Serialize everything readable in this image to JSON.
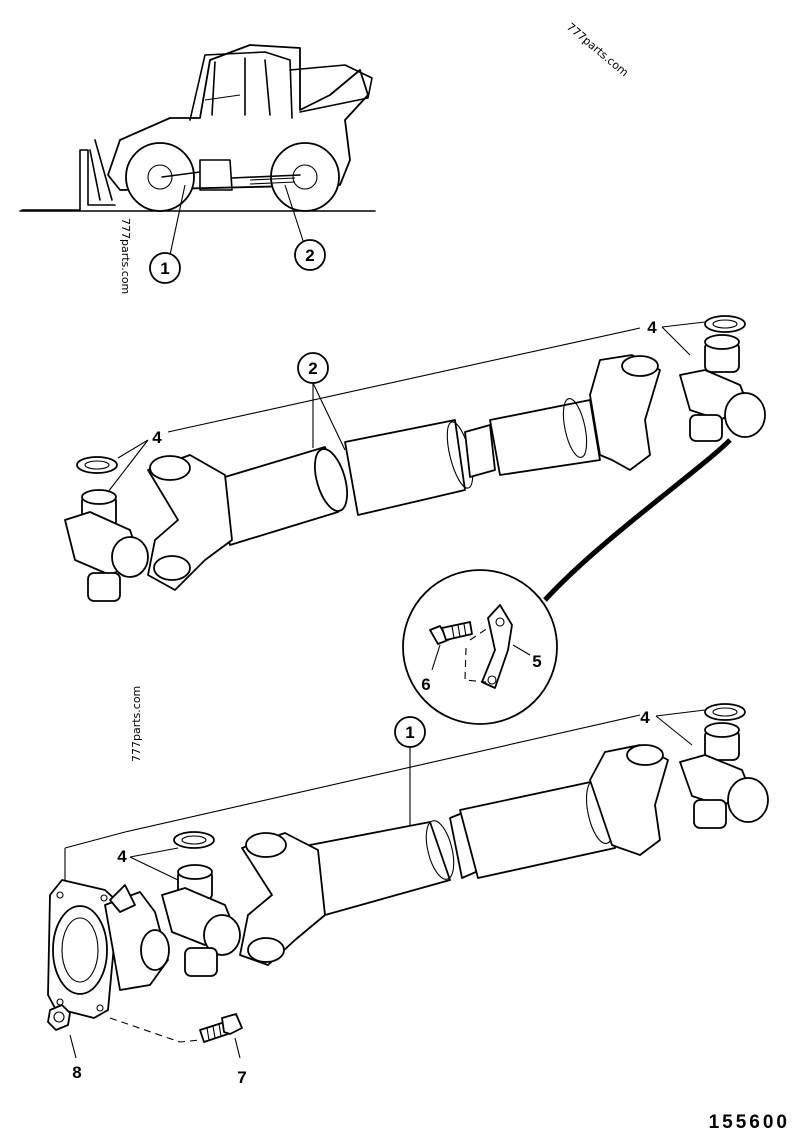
{
  "watermarks": [
    "777parts.com",
    "777parts.com",
    "777parts.com"
  ],
  "callouts": {
    "c1_top": "1",
    "c2_top": "2",
    "c2_mid": "2",
    "c1_bottom": "1",
    "c4_a": "4",
    "c4_b": "4",
    "c4_c": "4",
    "c4_d": "4",
    "c5": "5",
    "c6": "6",
    "c7": "7",
    "c8": "8"
  },
  "drawing_number": "155600"
}
